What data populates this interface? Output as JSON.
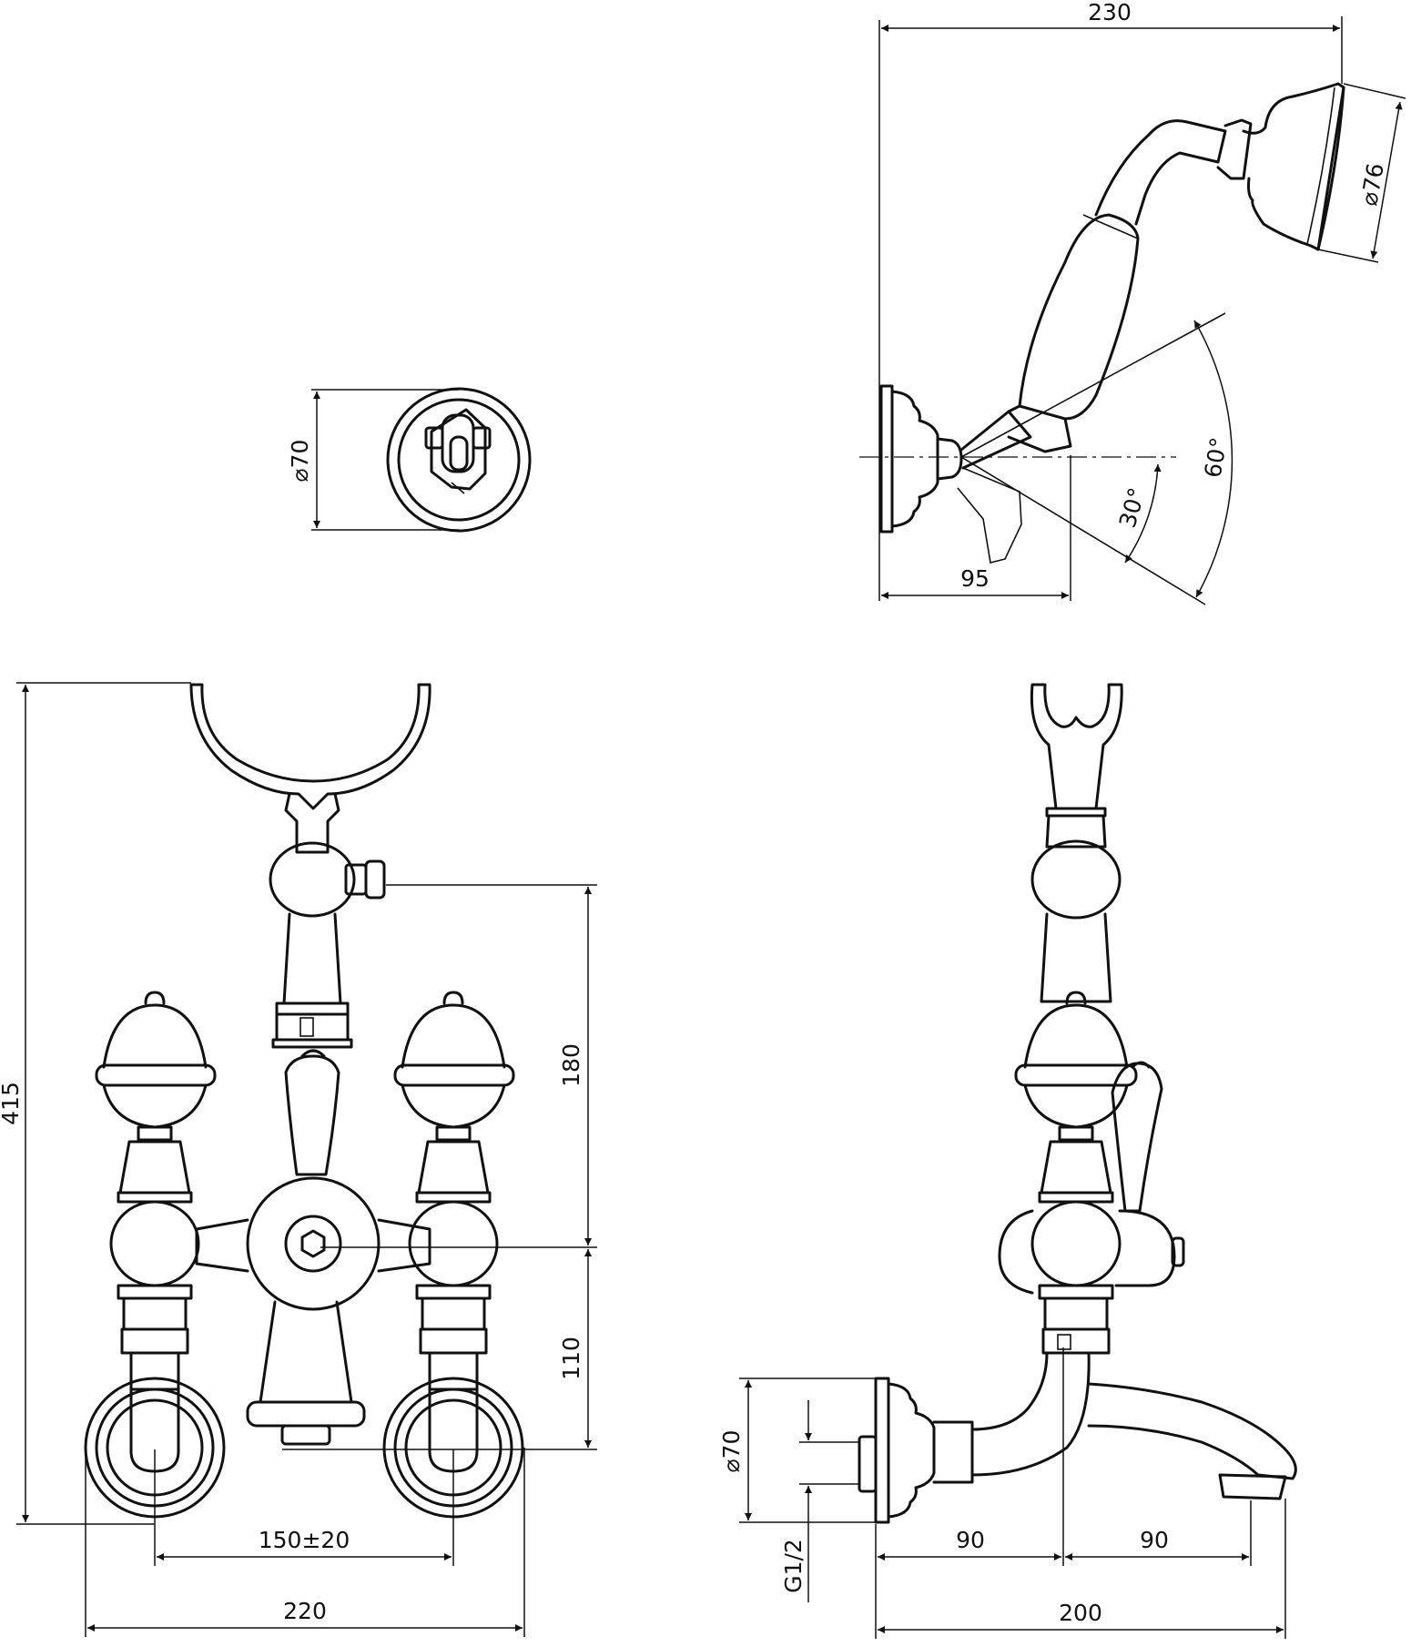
{
  "dimensions": {
    "holder_diameter": "⌀70",
    "shower_width": "230",
    "head_diameter": "⌀76",
    "angle_upper": "60°",
    "angle_lower": "30°",
    "holder_depth": "95",
    "total_height": "415",
    "handshower_height": "180",
    "outlet_height": "110",
    "centers": "150±20",
    "front_width": "220",
    "flange_diameter": "⌀70",
    "thread": "G1/2",
    "side_left": "90",
    "side_right": "90",
    "side_width": "200"
  }
}
